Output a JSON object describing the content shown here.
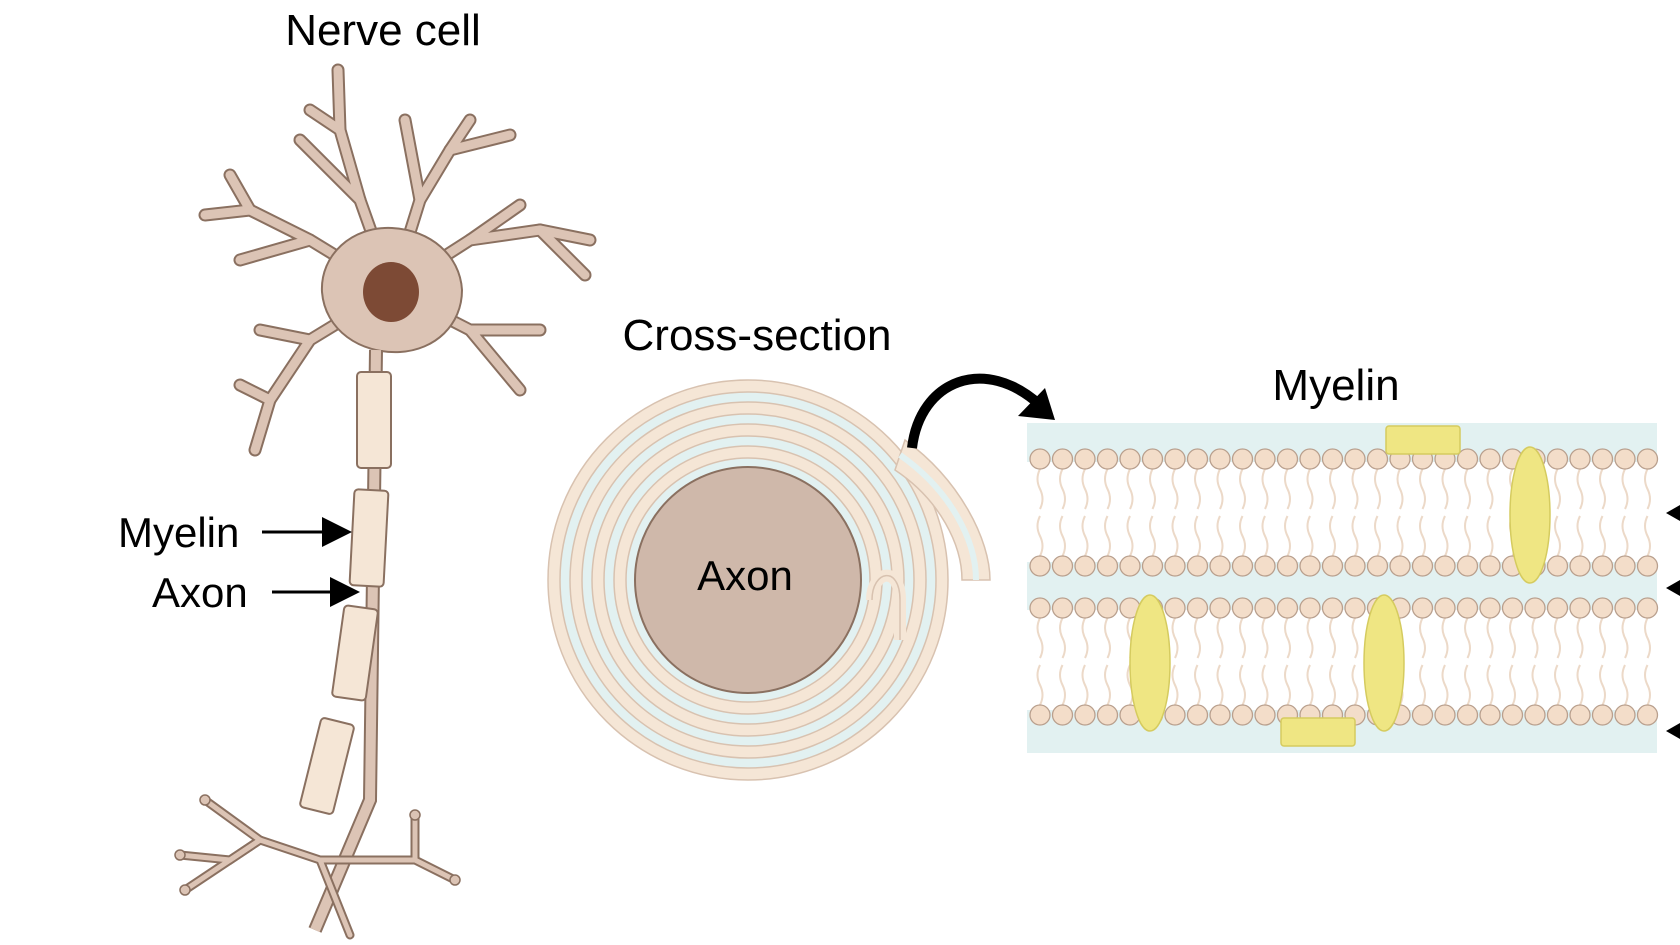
{
  "labels": {
    "nerve_cell": "Nerve cell",
    "cross_section": "Cross-section",
    "myelin_title": "Myelin",
    "myelin_pointer": "Myelin",
    "axon_pointer": "Axon",
    "axon_center": "Axon"
  },
  "colors": {
    "cell_body": "#dcc4b5",
    "cell_outline": "#8a7060",
    "nucleus": "#7d4a35",
    "myelin_segment": "#f5e6d6",
    "axon_fill": "#cfb8aa",
    "membrane_blue": "#e2f1f1",
    "lipid_head": "#f3ddc9",
    "protein": "#efe683"
  }
}
